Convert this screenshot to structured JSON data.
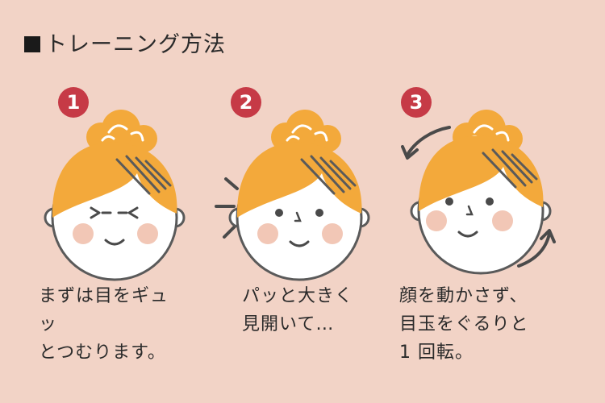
{
  "title": "トレーニング方法",
  "steps": [
    {
      "number": "1",
      "caption": "まずは目をギュッ\nとつむります。"
    },
    {
      "number": "2",
      "caption": "パッと大きく\n見開いて…"
    },
    {
      "number": "3",
      "caption": "顔を動かさず、\n目玉をぐるりと\n1 回転。"
    }
  ],
  "colors": {
    "background": "#f2d3c6",
    "hair": "#f3a93b",
    "badge": "#c63a46",
    "line": "#5a5a5a",
    "cheek": "#f2c7b6"
  }
}
